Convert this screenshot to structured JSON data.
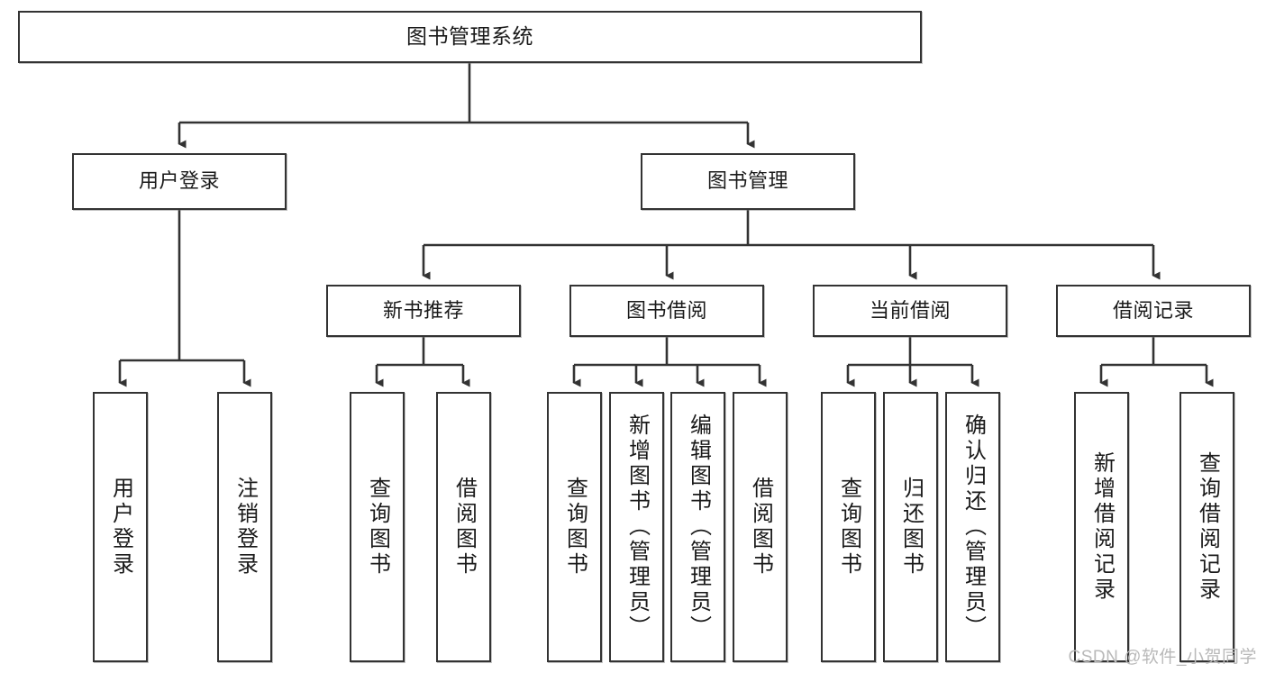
{
  "diagram": {
    "type": "tree",
    "title_node": {
      "label": "图书管理系统"
    },
    "level2": [
      {
        "label": "用户登录"
      },
      {
        "label": "图书管理"
      }
    ],
    "level3": [
      {
        "label": "新书推荐"
      },
      {
        "label": "图书借阅"
      },
      {
        "label": "当前借阅"
      },
      {
        "label": "借阅记录"
      }
    ],
    "leaves": {
      "user_login": [
        {
          "label": "用户登录"
        },
        {
          "label": "注销登录"
        }
      ],
      "new_book": [
        {
          "label": "查询图书"
        },
        {
          "label": "借阅图书"
        }
      ],
      "book_borrow": [
        {
          "label": "查询图书"
        },
        {
          "label": "新增图书（管理员）"
        },
        {
          "label": "编辑图书（管理员）"
        },
        {
          "label": "借阅图书"
        }
      ],
      "current_borrow": [
        {
          "label": "查询图书"
        },
        {
          "label": "归还图书"
        },
        {
          "label": "确认归还（管理员）"
        }
      ],
      "borrow_record": [
        {
          "label": "新增借阅记录"
        },
        {
          "label": "查询借阅记录"
        }
      ]
    }
  },
  "watermark": {
    "text": "CSDN @软件_小贺同学"
  },
  "colors": {
    "stroke": "#333333",
    "background": "#ffffff",
    "text": "#1a1a1a",
    "watermark": "#b9b9b9"
  }
}
